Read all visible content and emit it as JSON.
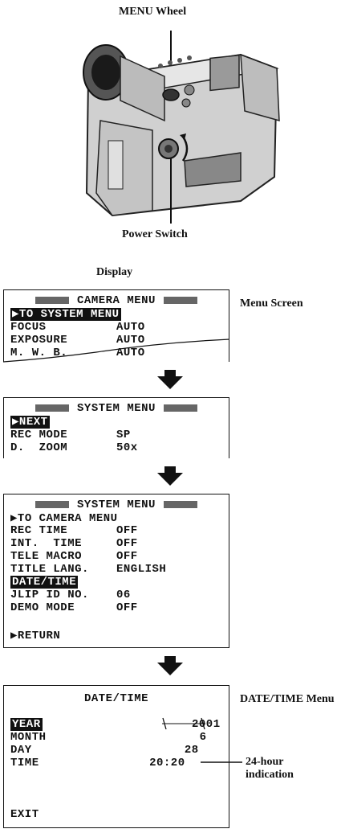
{
  "labels": {
    "menu_wheel": "MENU Wheel",
    "power_switch": "Power Switch",
    "display": "Display",
    "menu_screen": "Menu Screen",
    "datetime_menu": "DATE/TIME Menu",
    "hour_indication_1": "24-hour",
    "hour_indication_2": "indication"
  },
  "screen1": {
    "title": "CAMERA MENU",
    "items": [
      {
        "label": "▶TO SYSTEM MENU",
        "value": ""
      },
      {
        "label": "FOCUS",
        "value": "AUTO"
      },
      {
        "label": "EXPOSURE",
        "value": "AUTO"
      },
      {
        "label": "M. W. B.",
        "value": "AUTO"
      }
    ]
  },
  "screen2": {
    "title": "SYSTEM MENU",
    "items": [
      {
        "label": "▶NEXT",
        "value": ""
      },
      {
        "label": "REC MODE",
        "value": "SP"
      },
      {
        "label": "D.  ZOOM",
        "value": "50x"
      }
    ]
  },
  "screen3": {
    "title": "SYSTEM MENU",
    "items": [
      {
        "label": "▶TO CAMERA MENU",
        "value": ""
      },
      {
        "label": "REC TIME",
        "value": "OFF"
      },
      {
        "label": "INT.  TIME",
        "value": "OFF"
      },
      {
        "label": "TELE MACRO",
        "value": "OFF"
      },
      {
        "label": "TITLE LANG.",
        "value": "ENGLISH"
      },
      {
        "label": "DATE/TIME",
        "value": ""
      },
      {
        "label": "JLIP ID NO.",
        "value": "06"
      },
      {
        "label": "DEMO MODE",
        "value": "OFF"
      }
    ],
    "return": "▶RETURN"
  },
  "screen4": {
    "title": "DATE/TIME",
    "items": [
      {
        "label": "YEAR",
        "value": "2001"
      },
      {
        "label": "MONTH",
        "value": "6"
      },
      {
        "label": "DAY",
        "value": "28"
      },
      {
        "label": "TIME",
        "value": "20:20"
      }
    ],
    "exit": "EXIT"
  },
  "colors": {
    "ink": "#111111",
    "bar": "#666666",
    "body": "#d8d8d8"
  }
}
